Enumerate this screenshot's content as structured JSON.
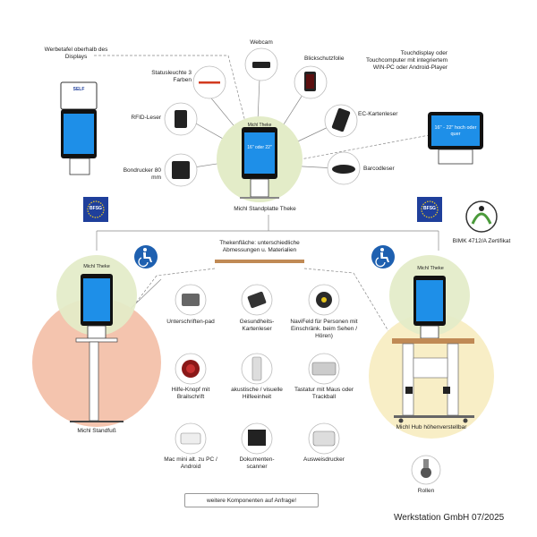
{
  "colors": {
    "screen_blue": "#1e8fe8",
    "green_circle": "#e3ecc8",
    "red_circle": "#f4c4ae",
    "yellow_circle": "#f8eec6",
    "wood": "#c08a55",
    "status_red": "#d23a1f",
    "eu_blue": "#1f3f9b",
    "accessibility_blue": "#1e60b0"
  },
  "labels": {
    "werbetafel": "Werbetafel oberhalb des Displays",
    "webcam": "Webcam",
    "blickschutzfolie": "Blickschutzfolie",
    "touchdisplay": "Touchdisplay oder Touchcomputer mit integriertem WIN-PC oder Android-Player",
    "statusleuchte": "Statusleuchte 3 Farben",
    "rfid": "RFID-Leser",
    "ec_kartenleser": "EC-Kartenleser",
    "bondrucker": "Bondrucker 80 mm",
    "barcodeleser": "Barcodleser",
    "screen_size_center": "16\" oder 22\"",
    "screen_size_right": "16\" - 22\" hoch oder quer",
    "michl_theke": "Michl Theke",
    "michl_standplatte": "Michl Standplatte Theke",
    "bimk": "BIMK 4712/A Zertifikat",
    "thekenflaeche": "Thekenfläche: unterschiedliche Abmessungen u. Materialien",
    "michl_standfuss": "Michl Standfuß",
    "michl_hub": "Michl Hub höhenverstellbar",
    "rollen": "Rollen",
    "unterschriften": "Unterschriften-pad",
    "gesundheits": "Gesundheits-Kartenleser",
    "navifeld": "NaviFeld für Personen mit Einschränk. beim Sehen / Hören)",
    "hilfe_knopf": "Hilfe-Knopf mit Brailschrift",
    "hilfeeinheit": "akustische / visuelle Hilfeeinheit",
    "tastatur": "Tastatur mit Maus oder Trackball",
    "mac_mini": "Mac mini alt. zu PC / Android",
    "dokumentenscanner": "Dokumenten-scanner",
    "ausweisdrucker": "Ausweisdrucker",
    "weitere": "weitere Komponenten auf Anfrage!",
    "footer": "Werkstation GmbH 07/2025",
    "bfsg": "BFSG",
    "self": "SELF"
  }
}
